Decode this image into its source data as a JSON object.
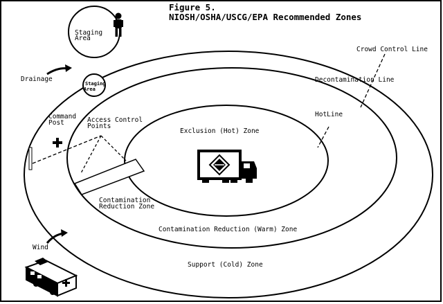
{
  "title": {
    "line1": "Figure 5.",
    "line2": "NIOSH/OSHA/USCG/EPA Recommended Zones"
  },
  "labels": {
    "staging_area_large": [
      "Staging",
      "Area"
    ],
    "staging_area_small": [
      "Staging",
      "Area"
    ],
    "drainage": "Drainage",
    "command_post": [
      "Command",
      "Post"
    ],
    "access_control_points": [
      "Access Control",
      "Points"
    ],
    "crowd_control_line": "Crowd Control Line",
    "decontamination_line": "Decontamination Line",
    "hotline": "HotLine",
    "exclusion_zone": "Exclusion (Hot) Zone",
    "contamination_reduction_zone_inner": [
      "Contamination",
      "Reduction Zone"
    ],
    "contamination_reduction_zone_outer": "Contamination Reduction (Warm) Zone",
    "support_zone": "Support (Cold) Zone",
    "wind": "Wind"
  },
  "colors": {
    "ink": "#000000",
    "background": "#ffffff"
  },
  "icons": [
    "person-icon",
    "arrow-icon",
    "cross-icon",
    "hazmat-truck-icon",
    "ambulance-icon"
  ]
}
